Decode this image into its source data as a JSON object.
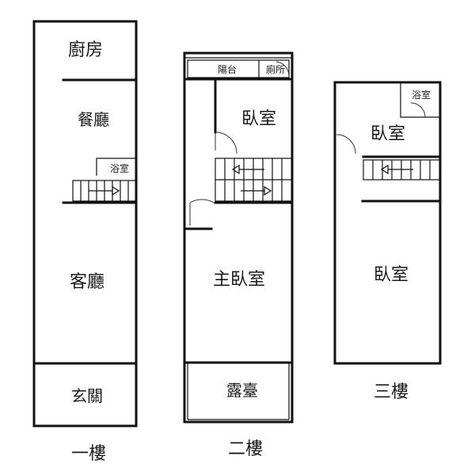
{
  "floor1": {
    "name": "一樓",
    "rooms": {
      "kitchen": "廚房",
      "dining": "餐廳",
      "bath": "浴室",
      "living": "客廳",
      "entry": "玄關"
    }
  },
  "floor2": {
    "name": "二樓",
    "rooms": {
      "balcony": "陽台",
      "toilet": "廁所",
      "bedroom": "臥室",
      "master": "主臥室",
      "terrace": "露臺"
    }
  },
  "floor3": {
    "name": "三樓",
    "rooms": {
      "bath": "浴室",
      "bedroom_upper": "臥室",
      "bedroom_lower": "臥室"
    }
  }
}
